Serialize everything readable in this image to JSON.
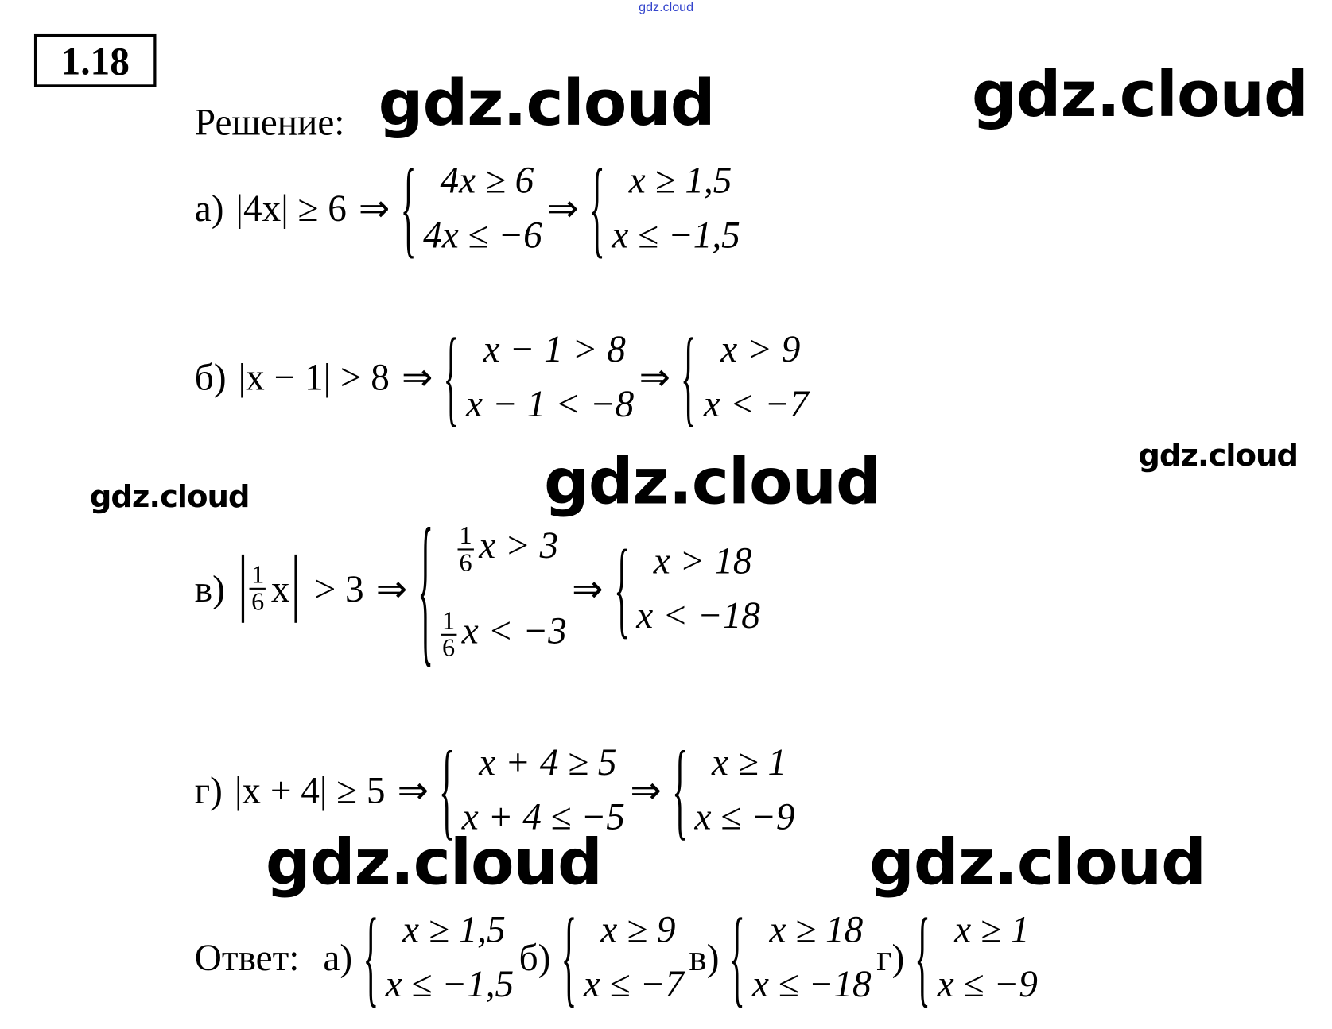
{
  "watermark_small": "gdz.cloud",
  "watermark": "gdz.cloud",
  "problem_number": "1.18",
  "solution_label": "Решение:",
  "arrow": "⇒",
  "parts": {
    "a": {
      "label": "а)",
      "lhs": "|4x| ≥ 6",
      "sys1": [
        "4x ≥ 6",
        "4x ≤ −6"
      ],
      "sys2": [
        "x ≥ 1,5",
        "x ≤ −1,5"
      ]
    },
    "b": {
      "label": "б)",
      "lhs": "|x − 1| > 8",
      "sys1": [
        "x − 1 > 8",
        "x − 1 < −8"
      ],
      "sys2": [
        "x > 9",
        "x < −7"
      ]
    },
    "v": {
      "label": "в)",
      "frac_num": "1",
      "frac_den": "6",
      "lhs_var": "x",
      "lhs_rhs": "> 3",
      "sys1": [
        "x > 3",
        "x < −3"
      ],
      "sys2": [
        "x > 18",
        "x < −18"
      ]
    },
    "g": {
      "label": "г)",
      "lhs": "|x + 4| ≥ 5",
      "sys1": [
        "x + 4 ≥ 5",
        "x + 4 ≤ −5"
      ],
      "sys2": [
        "x ≥ 1",
        "x ≤ −9"
      ]
    }
  },
  "answer": {
    "label": "Ответ:",
    "items": [
      {
        "label": "а)",
        "rows": [
          "x ≥ 1,5",
          "x ≤ −1,5"
        ]
      },
      {
        "label": "б)",
        "rows": [
          "x ≥ 9",
          "x ≤ −7"
        ]
      },
      {
        "label": "в)",
        "rows": [
          "x ≥ 18",
          "x ≤ −18"
        ]
      },
      {
        "label": "г)",
        "rows": [
          "x ≥ 1",
          "x ≤ −9"
        ]
      }
    ]
  }
}
